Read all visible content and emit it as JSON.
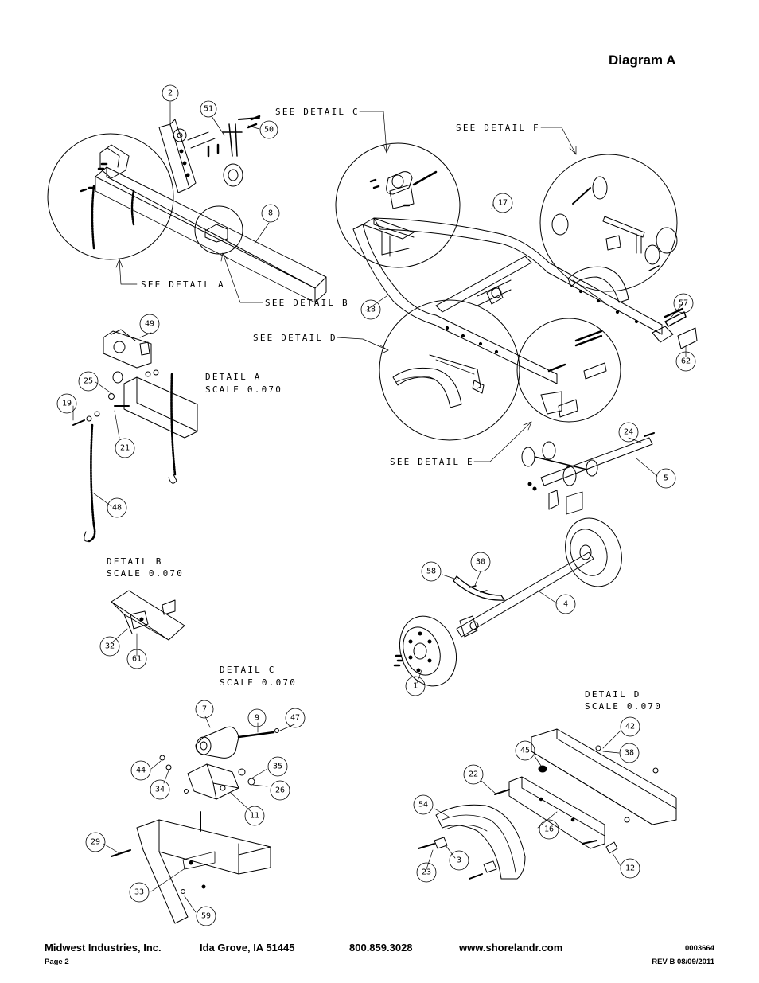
{
  "title": "Diagram A",
  "detail_labels": {
    "see_detail_c": "SEE DETAIL C",
    "see_detail_f": "SEE DETAIL F",
    "see_detail_a": "SEE DETAIL A",
    "see_detail_b": "SEE DETAIL B",
    "see_detail_d": "SEE DETAIL D",
    "see_detail_e": "SEE DETAIL E",
    "detail_a": "DETAIL A",
    "detail_b": "DETAIL B",
    "detail_c": "DETAIL C",
    "detail_d": "DETAIL D",
    "scale": "SCALE 0.070"
  },
  "callouts": {
    "p2": "2",
    "p51": "51",
    "p50": "50",
    "p8": "8",
    "p17": "17",
    "p18": "18",
    "p57": "57",
    "p62": "62",
    "p49": "49",
    "p25": "25",
    "p19": "19",
    "p21": "21",
    "p48": "48",
    "p24": "24",
    "p5": "5",
    "p30": "30",
    "p58": "58",
    "p4": "4",
    "p1": "1",
    "p32": "32",
    "p61": "61",
    "p7": "7",
    "p9": "9",
    "p47": "47",
    "p44": "44",
    "p34": "34",
    "p35": "35",
    "p26": "26",
    "p11": "11",
    "p29": "29",
    "p33": "33",
    "p59": "59",
    "p42": "42",
    "p38": "38",
    "p45": "45",
    "p22": "22",
    "p54": "54",
    "p16": "16",
    "p3": "3",
    "p23": "23",
    "p12": "12"
  },
  "footer": {
    "company": "Midwest Industries, Inc.",
    "city": "Ida Grove, IA  51445",
    "phone": "800.859.3028",
    "website": "www.shorelandr.com",
    "doc_number": "0003664",
    "page": "Page 2",
    "revision": "REV B  08/09/2011"
  }
}
